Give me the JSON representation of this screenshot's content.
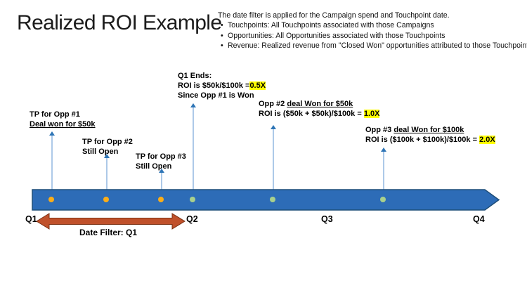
{
  "title": "Realized ROI Example",
  "info": {
    "intro": "The date filter is applied for the Campaign spend and Touchpoint date.",
    "bullets": [
      "Touchpoints: All Touchpoints associated with those Campaigns",
      "Opportunities: All Opportunities associated with those Touchpoints",
      "Revenue: Realized revenue from \"Closed Won\" opportunities attributed to those Touchpoints"
    ]
  },
  "annotations": {
    "tp1": {
      "line1": "TP for Opp #1",
      "line2": "Deal won for $50k"
    },
    "tp2": {
      "line1": "TP for Opp #2",
      "line2": "Still Open"
    },
    "tp3": {
      "line1": "TP for Opp #3",
      "line2": "Still Open"
    },
    "q1_ends": {
      "line1": "Q1 Ends:",
      "roi_prefix": "ROI is $50k/$100k =",
      "roi_value": "0.5X",
      "line3": "Since Opp #1 is Won"
    },
    "opp2": {
      "prefix": "Opp #2 ",
      "underlined": "deal Won for $50k",
      "roi_prefix": "ROI is ($50k + $50k)/$100k = ",
      "roi_value": "1.0X"
    },
    "opp3": {
      "prefix": "Opp #3 ",
      "underlined": "deal Won for $100k",
      "roi_prefix": "ROI is ($100k + $100k)/$100k = ",
      "roi_value": "2.0X"
    }
  },
  "timeline": {
    "quarters": [
      "Q1",
      "Q2",
      "Q3",
      "Q4"
    ],
    "date_filter_label": "Date Filter: Q1",
    "dots": [
      {
        "kind": "touchpoint",
        "color": "orange"
      },
      {
        "kind": "touchpoint",
        "color": "orange"
      },
      {
        "kind": "touchpoint",
        "color": "orange"
      },
      {
        "kind": "q1-end",
        "color": "green"
      },
      {
        "kind": "opp2-won",
        "color": "green"
      },
      {
        "kind": "opp3-won",
        "color": "green"
      }
    ],
    "colors": {
      "bar": "#2D6CB7",
      "bar_border": "#1F4E79",
      "orange_dot": "#FBAD18",
      "green_dot": "#A8D08D",
      "filter_arrow": "#C0512B",
      "filter_arrow_border": "#7A3012",
      "connector": "#ADC9E8",
      "connector_head": "#2E75B6",
      "highlight": "#FFFF00"
    }
  }
}
